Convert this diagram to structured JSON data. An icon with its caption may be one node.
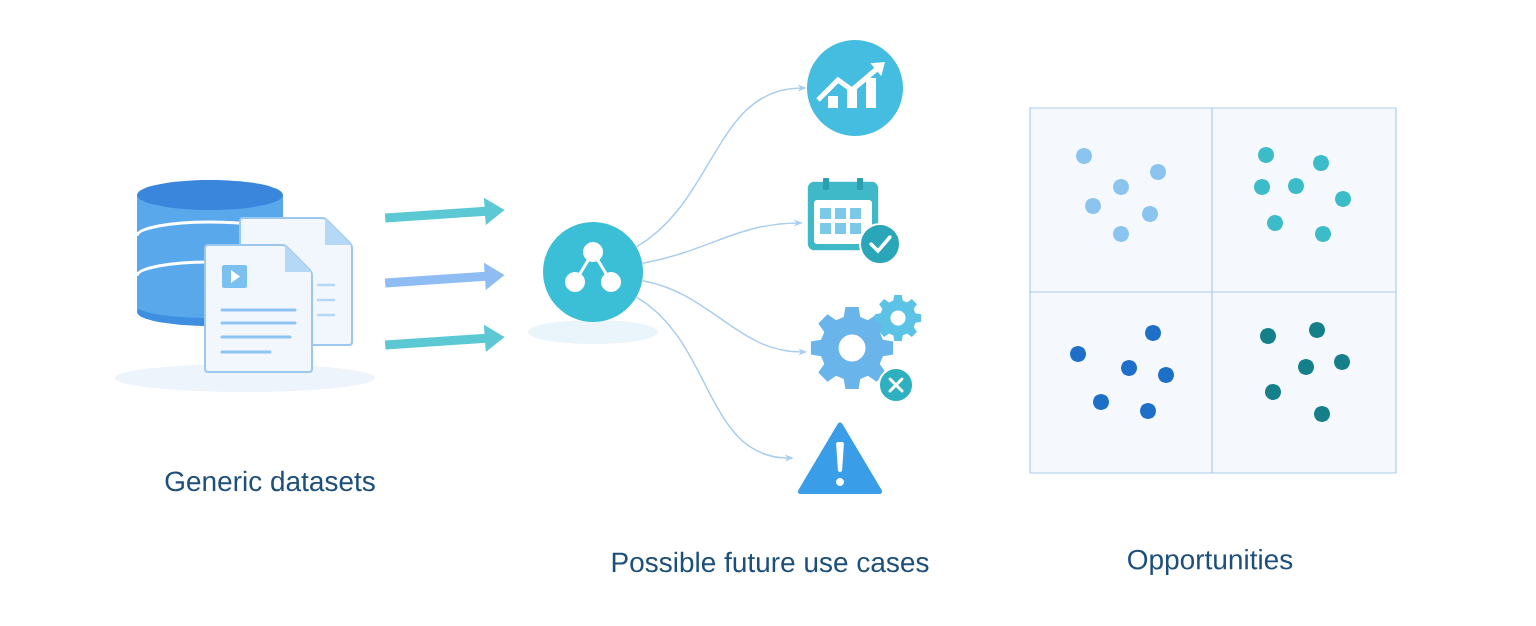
{
  "diagram": {
    "nodes": [
      {
        "text": [],
        "shape": "picture",
        "beside": [
          "Generic datasets"
        ]
      },
      {
        "text": [],
        "shape": "circle"
      },
      {
        "text": [],
        "shape": "picture"
      },
      {
        "text": [],
        "shape": "picture"
      },
      {
        "text": [],
        "shape": "picture"
      },
      {
        "text": [],
        "shape": "picture"
      }
    ],
    "edges": [
      {
        "from": 0,
        "to": 1,
        "arrow": "to",
        "style": "thick",
        "color": "#5cc8d4"
      },
      {
        "from": 0,
        "to": 1,
        "arrow": "to",
        "style": "thick",
        "color": "#8fbcf2"
      },
      {
        "from": 0,
        "to": 1,
        "arrow": "to",
        "style": "thick",
        "color": "#5cc8d4"
      },
      {
        "from": 1,
        "to": 2,
        "arrow": "to"
      },
      {
        "from": 1,
        "to": 3,
        "arrow": "to"
      },
      {
        "from": 1,
        "to": 4,
        "arrow": "to"
      },
      {
        "from": 1,
        "to": 5,
        "arrow": "to"
      }
    ],
    "labels": [
      "Possible future use cases",
      "Opportunities"
    ]
  }
}
